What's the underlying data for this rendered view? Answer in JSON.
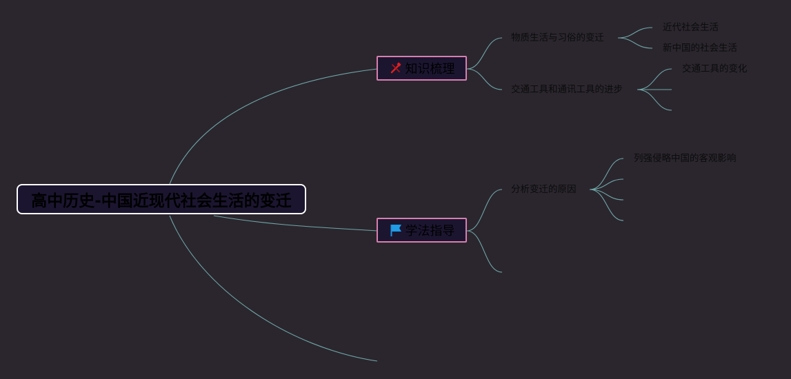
{
  "mindmap": {
    "root": {
      "label": "高中历史-中国近现代社会生活的变迁"
    },
    "branches": [
      {
        "label": "知识梳理",
        "icon": "tools-icon",
        "children": [
          {
            "label": "物质生活与习俗的变迁",
            "children": [
              "近代社会生活",
              "新中国的社会生活"
            ]
          },
          {
            "label": "交通工具和通讯工具的进步",
            "children": [
              "交通工具的变化",
              "",
              ""
            ]
          }
        ]
      },
      {
        "label": "学法指导",
        "icon": "flag-icon",
        "children": [
          {
            "label": "分析变迁的原因",
            "children": [
              "列强侵略中国的客观影响",
              "",
              "",
              ""
            ]
          },
          {
            "label": "",
            "children": []
          }
        ]
      },
      {
        "label": "",
        "children": []
      }
    ]
  },
  "colors": {
    "background": "#2b262e",
    "link": "#6fa8a6",
    "root_border": "#ffffff",
    "branch_border": "#d97fb0",
    "node_fill": "#1c1530"
  }
}
